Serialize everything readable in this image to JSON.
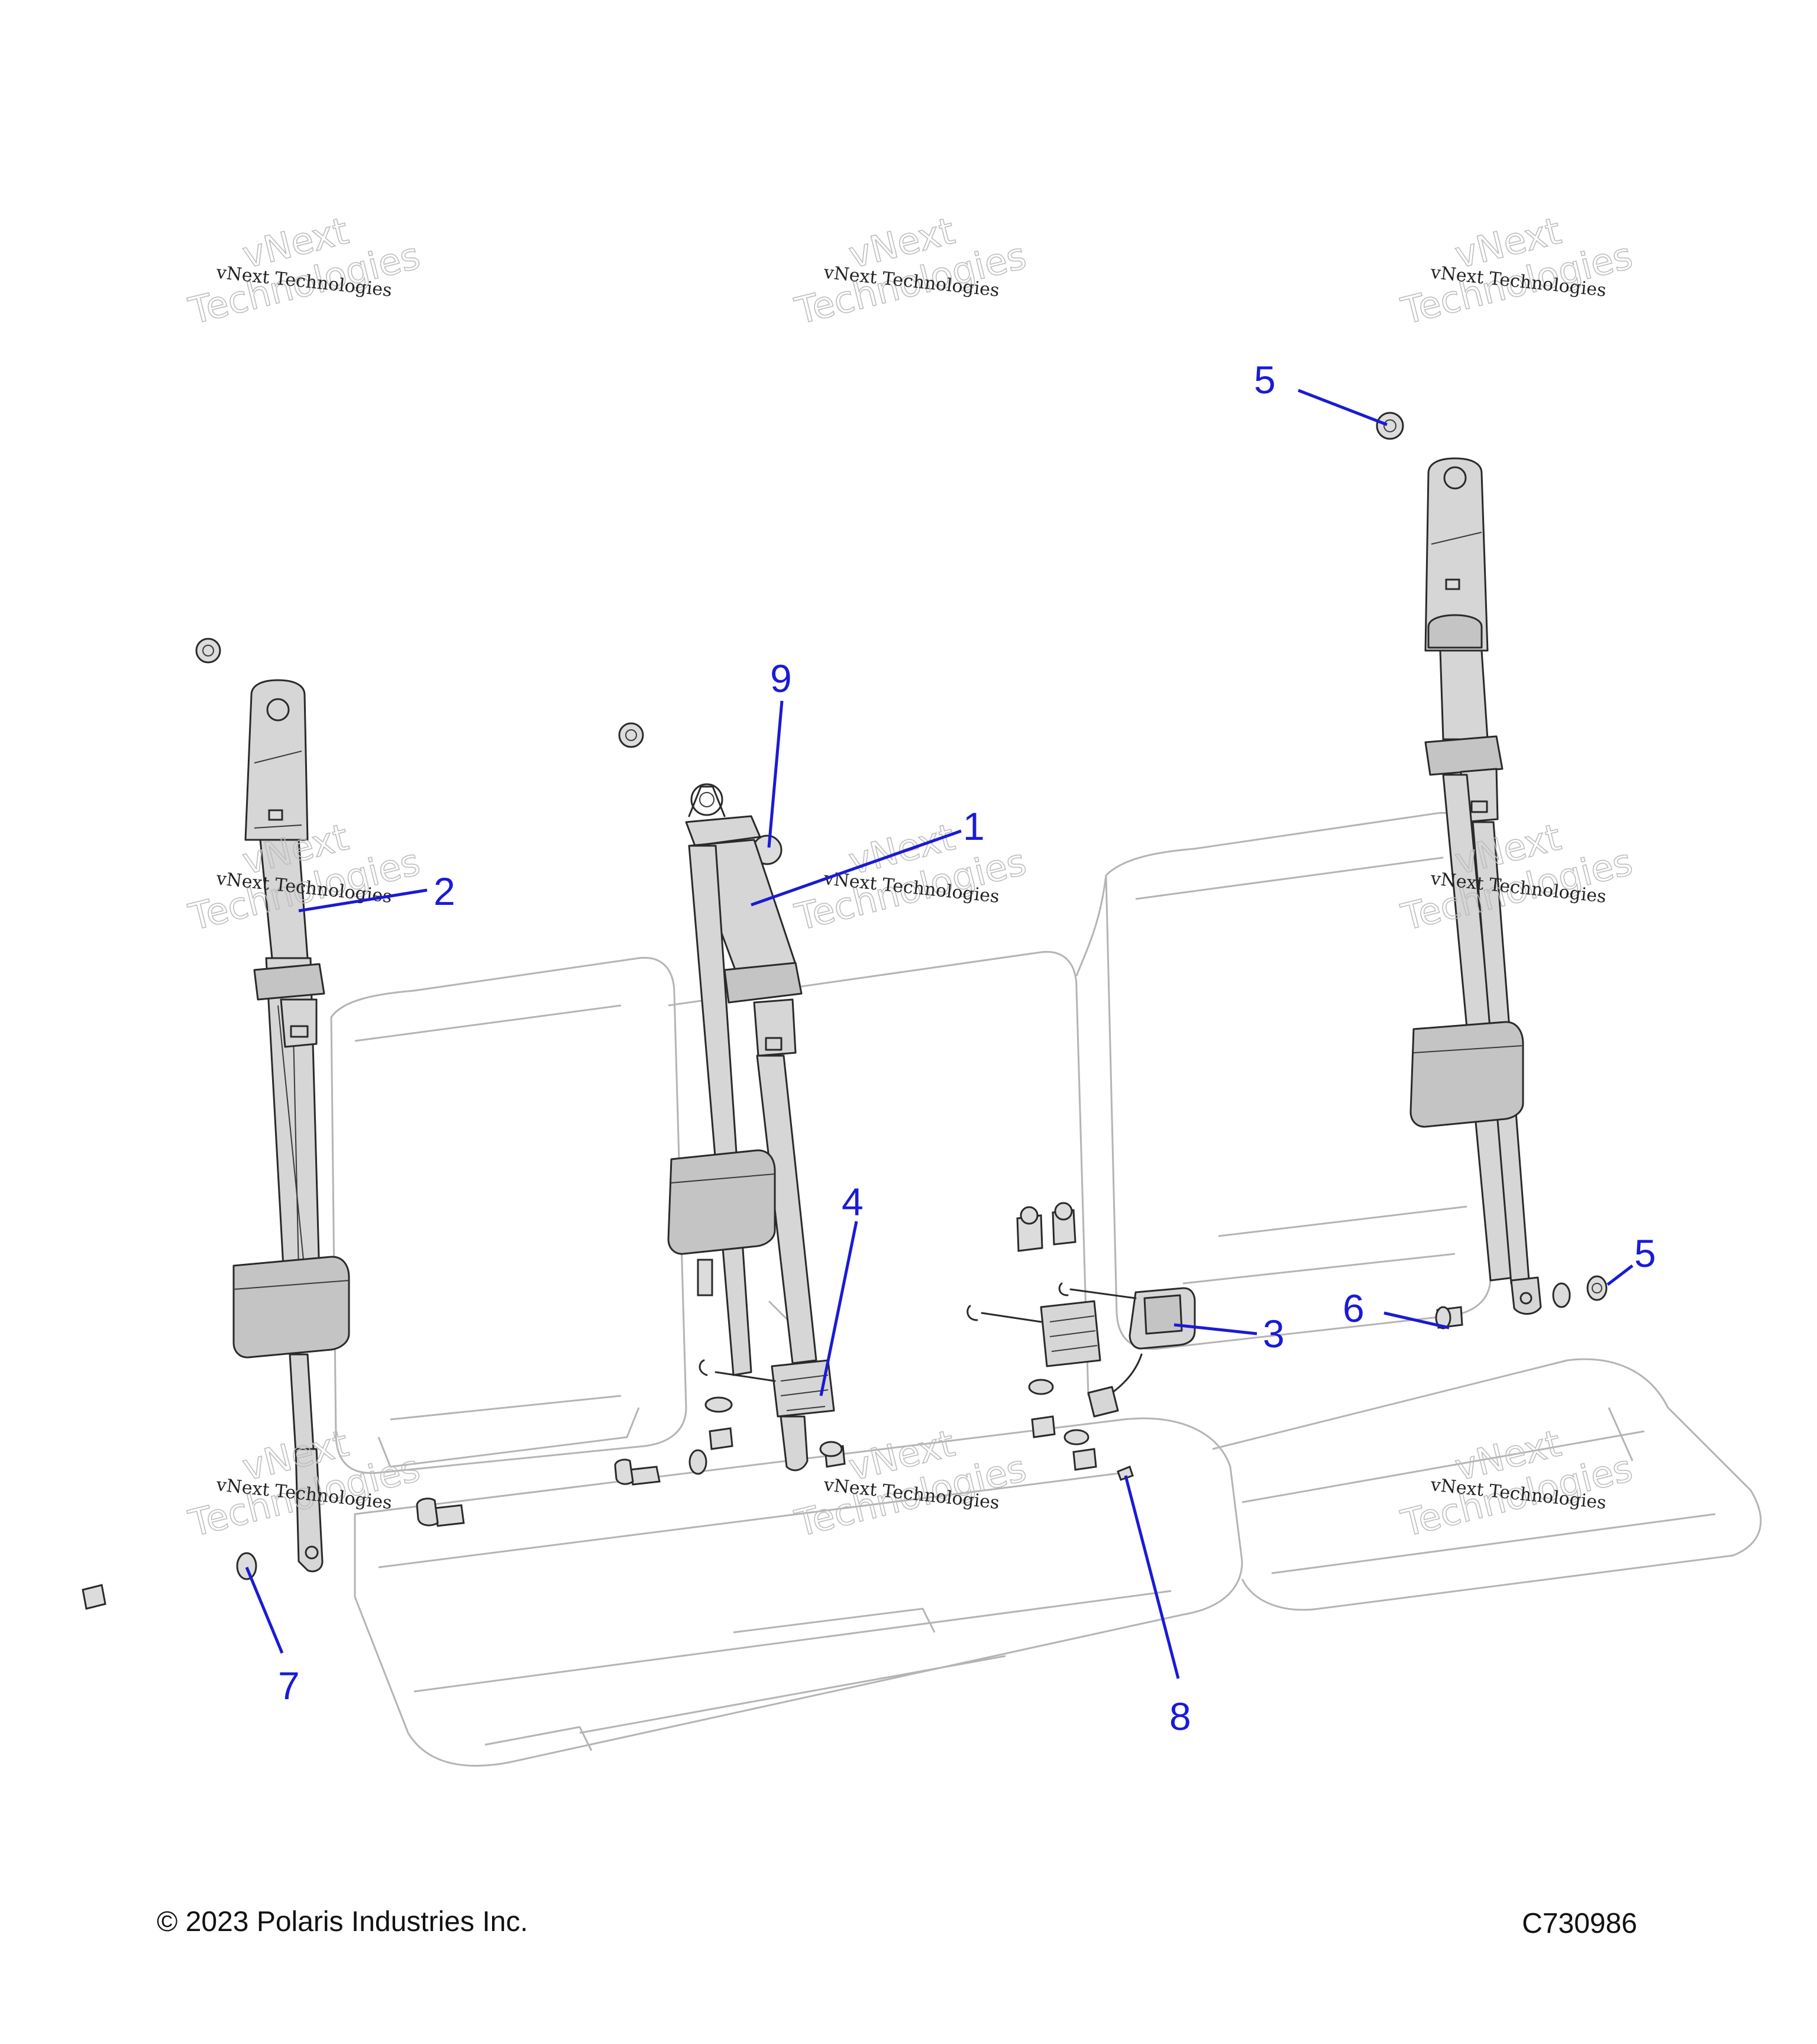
{
  "callouts": [
    {
      "label": "1"
    },
    {
      "label": "2"
    },
    {
      "label": "3"
    },
    {
      "label": "4"
    },
    {
      "label": "5"
    },
    {
      "label": "5"
    },
    {
      "label": "6"
    },
    {
      "label": "7"
    },
    {
      "label": "8"
    },
    {
      "label": "9"
    }
  ],
  "watermark": {
    "line_small": "vNext Technologies",
    "line_big_top": "vNext",
    "line_big_bottom": "Technologies"
  },
  "footer": {
    "copyright": "© 2023 Polaris Industries Inc.",
    "figure_id": "C730986"
  },
  "colors": {
    "callout": "#1a1ad6",
    "line_art": "#2a2a2a",
    "seat_outline": "#b4b4b4"
  }
}
